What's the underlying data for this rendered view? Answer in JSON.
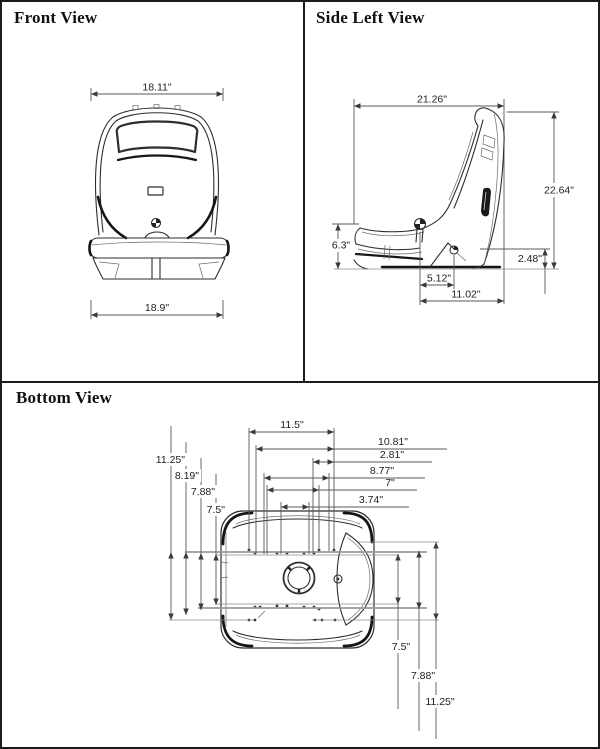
{
  "front_view": {
    "title": "Front View",
    "dim_top_width": "18.11\"",
    "dim_bottom_width": "18.9\""
  },
  "side_left_view": {
    "title": "Side Left View",
    "dim_overall_depth": "21.26\"",
    "dim_overall_height": "22.64\"",
    "dim_cushion_height": "6.3\"",
    "dim_rear_base_height": "2.48\"",
    "dim_bolt_spacing": "5.12\"",
    "dim_base_length": "11.02\""
  },
  "bottom_view": {
    "title": "Bottom View",
    "top_dims": {
      "d115": "11.5\"",
      "d1081": "10.81\"",
      "d281": "2.81\"",
      "d877": "8.77\"",
      "d7": "7\"",
      "d374": "3.74\""
    },
    "left_dims": {
      "d1125": "11.25\"",
      "d819": "8.19\"",
      "d788": "7.88\"",
      "d75": "7.5\""
    },
    "right_dims": {
      "d75": "7.5\"",
      "d788": "7.88\"",
      "d1125": "11.25\""
    }
  }
}
